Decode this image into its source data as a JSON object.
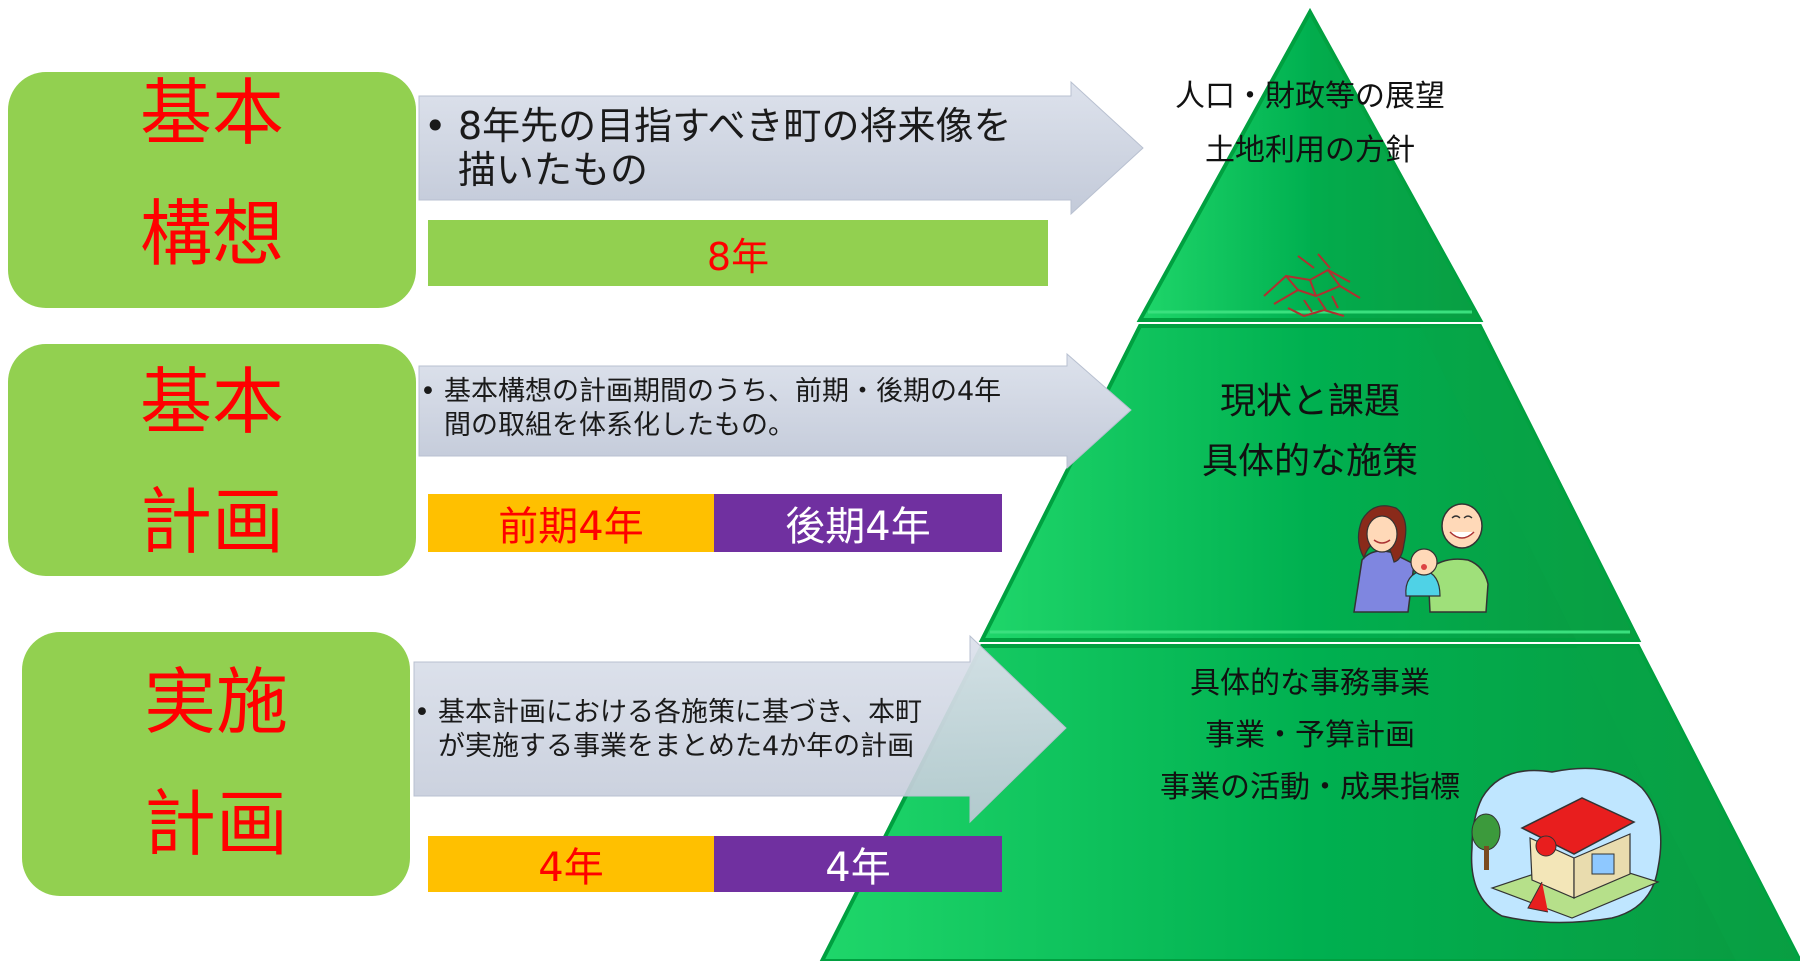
{
  "sections": [
    {
      "label_line1": "基本",
      "label_line2": "構想",
      "description_line1": "8年先の目指すべき町の将来像を",
      "description_line2": "描いたもの",
      "bar": "8年"
    },
    {
      "label_line1": "基本",
      "label_line2": "計画",
      "description_line1": "基本構想の計画期間のうち、前期・後期の4年",
      "description_line2": "間の取組を体系化したもの。",
      "bar_left": "前期4年",
      "bar_right": "後期4年"
    },
    {
      "label_line1": "実施",
      "label_line2": "計画",
      "description_line1": "基本計画における各施策に基づき、本町",
      "description_line2": "が実施する事業をまとめた4か年の計画",
      "bar_left": "4年",
      "bar_right": "4年"
    }
  ],
  "pyramid": {
    "top_line1": "人口・財政等の展望",
    "top_line2": "土地利用の方針",
    "middle_line1": "現状と課題",
    "middle_line2": "具体的な施策",
    "bottom_line1": "具体的な事務事業",
    "bottom_line2": "事業・予算計画",
    "bottom_line3": "事業の活動・成果指標"
  },
  "icons": [
    "handshake-icon",
    "family-icon",
    "house-icon"
  ],
  "colors": {
    "label_green": "#92d050",
    "label_text": "#ff0000",
    "pyramid_green": "#00b050",
    "arrow_gray": "#d0d6e2",
    "orange": "#ffc000",
    "purple": "#7030a0"
  }
}
